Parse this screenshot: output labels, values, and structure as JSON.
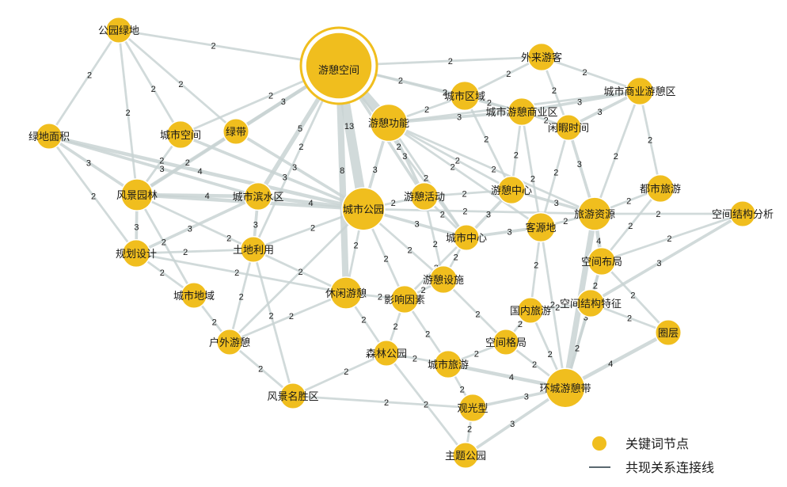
{
  "colors": {
    "node_fill": "#f0be1e",
    "node_stroke": "#ffffff",
    "hub_ring": "#f0be1e",
    "edge": "#c9d4d4",
    "text": "#1a1a1a"
  },
  "nodes": [
    {
      "id": "youqi_kongjian",
      "label": "游憩空间",
      "weight": 40
    },
    {
      "id": "gongyuan_lvdi",
      "label": "公园绿地",
      "weight": 3
    },
    {
      "id": "lvdi_mianji",
      "label": "绿地面积",
      "weight": 3
    },
    {
      "id": "chengshi_kongjian",
      "label": "城市空间",
      "weight": 4
    },
    {
      "id": "lvdai",
      "label": "绿带",
      "weight": 3
    },
    {
      "id": "youqi_gongneng",
      "label": "游憩功能",
      "weight": 12
    },
    {
      "id": "chengshi_quyu",
      "label": "城市区域",
      "weight": 5
    },
    {
      "id": "chengshi_youqi_shangyequ",
      "label": "城市游憩商业区",
      "weight": 4
    },
    {
      "id": "wailai_youke",
      "label": "外来游客",
      "weight": 4
    },
    {
      "id": "chengshi_shangye_youqiqu",
      "label": "城市商业游憩区",
      "weight": 4
    },
    {
      "id": "xianxia_shijian",
      "label": "闲暇时间",
      "weight": 3
    },
    {
      "id": "fengjing_yuanlin",
      "label": "风景园林",
      "weight": 7
    },
    {
      "id": "chengshi_binshuiqu",
      "label": "城市滨水区",
      "weight": 4
    },
    {
      "id": "chengshi_gongyuan",
      "label": "城市公园",
      "weight": 18
    },
    {
      "id": "youqi_huodong",
      "label": "游憩活动",
      "weight": 4
    },
    {
      "id": "youqi_zhongxin",
      "label": "游憩中心",
      "weight": 4
    },
    {
      "id": "dushi_lvyou",
      "label": "都市旅游",
      "weight": 4
    },
    {
      "id": "lvyou_ziyuan",
      "label": "旅游资源",
      "weight": 8
    },
    {
      "id": "kongjian_jiegou_fenxi",
      "label": "空间结构分析",
      "weight": 3
    },
    {
      "id": "kehuan_di",
      "label": "客源地",
      "weight": 5
    },
    {
      "id": "chengshi_zhongxin",
      "label": "城市中心",
      "weight": 3
    },
    {
      "id": "guihua_sheji",
      "label": "规划设计",
      "weight": 4
    },
    {
      "id": "tudi_liyong",
      "label": "土地利用",
      "weight": 3
    },
    {
      "id": "kongjian_buju",
      "label": "空间布局",
      "weight": 4
    },
    {
      "id": "youqi_sheshi",
      "label": "游憩设施",
      "weight": 4
    },
    {
      "id": "chengshi_diyu",
      "label": "城市地域",
      "weight": 3
    },
    {
      "id": "xiuxian_youqi",
      "label": "休闲游憩",
      "weight": 7
    },
    {
      "id": "yingxiang_yinsu",
      "label": "影响因素",
      "weight": 4
    },
    {
      "id": "guonei_lvyou",
      "label": "国内旅游",
      "weight": 3
    },
    {
      "id": "kongjian_jiegou_tezheng",
      "label": "空间结构特征",
      "weight": 4
    },
    {
      "id": "quanceng",
      "label": "圈层",
      "weight": 3
    },
    {
      "id": "huwai_youqi",
      "label": "户外游憩",
      "weight": 3
    },
    {
      "id": "senlin_gongyuan",
      "label": "森林公园",
      "weight": 3
    },
    {
      "id": "kongjian_geju",
      "label": "空间格局",
      "weight": 3
    },
    {
      "id": "chengshi_lvyou",
      "label": "城市旅游",
      "weight": 4
    },
    {
      "id": "huancheng_youqidai",
      "label": "环城游憩带",
      "weight": 14
    },
    {
      "id": "fengjing_mingshengqu",
      "label": "风景名胜区",
      "weight": 3
    },
    {
      "id": "guanguang_xing",
      "label": "观光型",
      "weight": 4
    },
    {
      "id": "zhuti_gongyuan",
      "label": "主题公园",
      "weight": 3
    }
  ],
  "edges": [
    {
      "source": "youqi_kongjian",
      "target": "chengshi_gongyuan",
      "weight": 13
    },
    {
      "source": "youqi_kongjian",
      "target": "youqi_gongneng",
      "weight": 13
    },
    {
      "source": "youqi_kongjian",
      "target": "chengshi_binshuiqu",
      "weight": 5
    },
    {
      "source": "youqi_kongjian",
      "target": "fengjing_yuanlin",
      "weight": 4
    },
    {
      "source": "youqi_kongjian",
      "target": "lvdai",
      "weight": 3
    },
    {
      "source": "youqi_kongjian",
      "target": "gongyuan_lvdi",
      "weight": 2
    },
    {
      "source": "youqi_kongjian",
      "target": "chengshi_kongjian",
      "weight": 2
    },
    {
      "source": "youqi_kongjian",
      "target": "xiuxian_youqi",
      "weight": 8
    },
    {
      "source": "youqi_kongjian",
      "target": "chengshi_quyu",
      "weight": 2
    },
    {
      "source": "youqi_kongjian",
      "target": "youqi_huodong",
      "weight": 3
    },
    {
      "source": "youqi_kongjian",
      "target": "wailai_youke",
      "weight": 2
    },
    {
      "source": "youqi_kongjian",
      "target": "chengshi_youqi_shangyequ",
      "weight": 2
    },
    {
      "source": "youqi_kongjian",
      "target": "tudi_liyong",
      "weight": 2
    },
    {
      "source": "youqi_kongjian",
      "target": "chengshi_zhongxin",
      "weight": 2
    },
    {
      "source": "gongyuan_lvdi",
      "target": "fengjing_yuanlin",
      "weight": 2
    },
    {
      "source": "gongyuan_lvdi",
      "target": "lvdai",
      "weight": 2
    },
    {
      "source": "gongyuan_lvdi",
      "target": "chengshi_kongjian",
      "weight": 2
    },
    {
      "source": "gongyuan_lvdi",
      "target": "lvdi_mianji",
      "weight": 2
    },
    {
      "source": "lvdi_mianji",
      "target": "fengjing_yuanlin",
      "weight": 3
    },
    {
      "source": "lvdi_mianji",
      "target": "chengshi_gongyuan",
      "weight": 4
    },
    {
      "source": "lvdi_mianji",
      "target": "guihua_sheji",
      "weight": 2
    },
    {
      "source": "lvdi_mianji",
      "target": "chengshi_binshuiqu",
      "weight": 3
    },
    {
      "source": "chengshi_kongjian",
      "target": "chengshi_gongyuan",
      "weight": 3
    },
    {
      "source": "chengshi_kongjian",
      "target": "fengjing_yuanlin",
      "weight": 2
    },
    {
      "source": "lvdai",
      "target": "chengshi_gongyuan",
      "weight": 3
    },
    {
      "source": "lvdai",
      "target": "fengjing_yuanlin",
      "weight": 2
    },
    {
      "source": "fengjing_yuanlin",
      "target": "chengshi_gongyuan",
      "weight": 4
    },
    {
      "source": "fengjing_yuanlin",
      "target": "guihua_sheji",
      "weight": 3
    },
    {
      "source": "fengjing_yuanlin",
      "target": "chengshi_binshuiqu",
      "weight": 4
    },
    {
      "source": "fengjing_yuanlin",
      "target": "xiuxian_youqi",
      "weight": 2
    },
    {
      "source": "fengjing_yuanlin",
      "target": "chengshi_diyu",
      "weight": 2
    },
    {
      "source": "chengshi_binshuiqu",
      "target": "chengshi_gongyuan",
      "weight": 4
    },
    {
      "source": "chengshi_binshuiqu",
      "target": "tudi_liyong",
      "weight": 3
    },
    {
      "source": "chengshi_binshuiqu",
      "target": "guihua_sheji",
      "weight": 3
    },
    {
      "source": "guihua_sheji",
      "target": "tudi_liyong",
      "weight": 2
    },
    {
      "source": "guihua_sheji",
      "target": "chengshi_diyu",
      "weight": 2
    },
    {
      "source": "guihua_sheji",
      "target": "xiuxian_youqi",
      "weight": 2
    },
    {
      "source": "tudi_liyong",
      "target": "huwai_youqi",
      "weight": 2
    },
    {
      "source": "tudi_liyong",
      "target": "chengshi_gongyuan",
      "weight": 2
    },
    {
      "source": "chengshi_diyu",
      "target": "huwai_youqi",
      "weight": 2
    },
    {
      "source": "chengshi_gongyuan",
      "target": "xiuxian_youqi",
      "weight": 2
    },
    {
      "source": "chengshi_gongyuan",
      "target": "youqi_gongneng",
      "weight": 3
    },
    {
      "source": "chengshi_gongyuan",
      "target": "youqi_huodong",
      "weight": 2
    },
    {
      "source": "chengshi_gongyuan",
      "target": "chengshi_zhongxin",
      "weight": 3
    },
    {
      "source": "chengshi_gongyuan",
      "target": "yingxiang_yinsu",
      "weight": 2
    },
    {
      "source": "chengshi_gongyuan",
      "target": "youqi_sheshi",
      "weight": 2
    },
    {
      "source": "chengshi_gongyuan",
      "target": "lvyou_ziyuan",
      "weight": 2
    },
    {
      "source": "chengshi_gongyuan",
      "target": "huwai_youqi",
      "weight": 2
    },
    {
      "source": "youqi_gongneng",
      "target": "chengshi_quyu",
      "weight": 2
    },
    {
      "source": "youqi_gongneng",
      "target": "chengshi_youqi_shangyequ",
      "weight": 3
    },
    {
      "source": "youqi_gongneng",
      "target": "youqi_zhongxin",
      "weight": 2
    },
    {
      "source": "youqi_gongneng",
      "target": "kehuan_di",
      "weight": 2
    },
    {
      "source": "youqi_gongneng",
      "target": "youqi_huodong",
      "weight": 3
    },
    {
      "source": "youqi_gongneng",
      "target": "chengshi_zhongxin",
      "weight": 2
    },
    {
      "source": "youqi_gongneng",
      "target": "lvyou_ziyuan",
      "weight": 2
    },
    {
      "source": "youqi_gongneng",
      "target": "chengshi_shangye_youqiqu",
      "weight": 2
    },
    {
      "source": "chengshi_quyu",
      "target": "wailai_youke",
      "weight": 2
    },
    {
      "source": "chengshi_quyu",
      "target": "chengshi_youqi_shangyequ",
      "weight": 2
    },
    {
      "source": "chengshi_quyu",
      "target": "youqi_zhongxin",
      "weight": 2
    },
    {
      "source": "chengshi_youqi_shangyequ",
      "target": "chengshi_shangye_youqiqu",
      "weight": 3
    },
    {
      "source": "chengshi_youqi_shangyequ",
      "target": "xianxia_shijian",
      "weight": 2
    },
    {
      "source": "chengshi_youqi_shangyequ",
      "target": "youqi_zhongxin",
      "weight": 2
    },
    {
      "source": "chengshi_youqi_shangyequ",
      "target": "kehuan_di",
      "weight": 2
    },
    {
      "source": "wailai_youke",
      "target": "chengshi_shangye_youqiqu",
      "weight": 2
    },
    {
      "source": "wailai_youke",
      "target": "xianxia_shijian",
      "weight": 2
    },
    {
      "source": "chengshi_shangye_youqiqu",
      "target": "dushi_lvyou",
      "weight": 2
    },
    {
      "source": "chengshi_shangye_youqiqu",
      "target": "lvyou_ziyuan",
      "weight": 2
    },
    {
      "source": "chengshi_shangye_youqiqu",
      "target": "xianxia_shijian",
      "weight": 3
    },
    {
      "source": "xianxia_shijian",
      "target": "lvyou_ziyuan",
      "weight": 3
    },
    {
      "source": "xianxia_shijian",
      "target": "kehuan_di",
      "weight": 2
    },
    {
      "source": "dushi_lvyou",
      "target": "lvyou_ziyuan",
      "weight": 2
    },
    {
      "source": "dushi_lvyou",
      "target": "kongjian_buju",
      "weight": 2
    },
    {
      "source": "lvyou_ziyuan",
      "target": "kehuan_di",
      "weight": 2
    },
    {
      "source": "lvyou_ziyuan",
      "target": "kongjian_buju",
      "weight": 4
    },
    {
      "source": "lvyou_ziyuan",
      "target": "kongjian_jiegou_fenxi",
      "weight": 2
    },
    {
      "source": "lvyou_ziyuan",
      "target": "youqi_zhongxin",
      "weight": 3
    },
    {
      "source": "lvyou_ziyuan",
      "target": "huancheng_youqidai",
      "weight": 7
    },
    {
      "source": "kongjian_jiegou_fenxi",
      "target": "kongjian_buju",
      "weight": 2
    },
    {
      "source": "kongjian_jiegou_fenxi",
      "target": "kongjian_jiegou_tezheng",
      "weight": 3
    },
    {
      "source": "kongjian_buju",
      "target": "kongjian_jiegou_tezheng",
      "weight": 2
    },
    {
      "source": "kongjian_buju",
      "target": "huancheng_youqidai",
      "weight": 3
    },
    {
      "source": "kongjian_buju",
      "target": "quanceng",
      "weight": 2
    },
    {
      "source": "kongjian_jiegou_tezheng",
      "target": "quanceng",
      "weight": 2
    },
    {
      "source": "kongjian_jiegou_tezheng",
      "target": "huancheng_youqidai",
      "weight": 2
    },
    {
      "source": "quanceng",
      "target": "huancheng_youqidai",
      "weight": 4
    },
    {
      "source": "kehuan_di",
      "target": "chengshi_zhongxin",
      "weight": 3
    },
    {
      "source": "kehuan_di",
      "target": "guonei_lvyou",
      "weight": 2
    },
    {
      "source": "kehuan_di",
      "target": "huancheng_youqidai",
      "weight": 2
    },
    {
      "source": "youqi_zhongxin",
      "target": "chengshi_zhongxin",
      "weight": 3
    },
    {
      "source": "youqi_zhongxin",
      "target": "youqi_huodong",
      "weight": 2
    },
    {
      "source": "youqi_huodong",
      "target": "youqi_sheshi",
      "weight": 2
    },
    {
      "source": "youqi_huodong",
      "target": "chengshi_zhongxin",
      "weight": 2
    },
    {
      "source": "chengshi_zhongxin",
      "target": "youqi_sheshi",
      "weight": 2
    },
    {
      "source": "chengshi_zhongxin",
      "target": "yingxiang_yinsu",
      "weight": 2
    },
    {
      "source": "youqi_sheshi",
      "target": "yingxiang_yinsu",
      "weight": 2
    },
    {
      "source": "youqi_sheshi",
      "target": "kongjian_geju",
      "weight": 2
    },
    {
      "source": "xiuxian_youqi",
      "target": "yingxiang_yinsu",
      "weight": 2
    },
    {
      "source": "xiuxian_youqi",
      "target": "senlin_gongyuan",
      "weight": 2
    },
    {
      "source": "xiuxian_youqi",
      "target": "huwai_youqi",
      "weight": 2
    },
    {
      "source": "yingxiang_yinsu",
      "target": "senlin_gongyuan",
      "weight": 2
    },
    {
      "source": "yingxiang_yinsu",
      "target": "chengshi_lvyou",
      "weight": 2
    },
    {
      "source": "guonei_lvyou",
      "target": "huancheng_youqidai",
      "weight": 2
    },
    {
      "source": "guonei_lvyou",
      "target": "kongjian_geju",
      "weight": 2
    },
    {
      "source": "guonei_lvyou",
      "target": "kongjian_jiegou_tezheng",
      "weight": 2
    },
    {
      "source": "kongjian_geju",
      "target": "huancheng_youqidai",
      "weight": 2
    },
    {
      "source": "kongjian_geju",
      "target": "chengshi_lvyou",
      "weight": 2
    },
    {
      "source": "chengshi_lvyou",
      "target": "huancheng_youqidai",
      "weight": 4
    },
    {
      "source": "chengshi_lvyou",
      "target": "guanguang_xing",
      "weight": 2
    },
    {
      "source": "senlin_gongyuan",
      "target": "fengjing_mingshengqu",
      "weight": 2
    },
    {
      "source": "senlin_gongyuan",
      "target": "chengshi_lvyou",
      "weight": 2
    },
    {
      "source": "huwai_youqi",
      "target": "fengjing_mingshengqu",
      "weight": 2
    },
    {
      "source": "fengjing_mingshengqu",
      "target": "guanguang_xing",
      "weight": 2
    },
    {
      "source": "fengjing_mingshengqu",
      "target": "tudi_liyong",
      "weight": 2
    },
    {
      "source": "guanguang_xing",
      "target": "huancheng_youqidai",
      "weight": 3
    },
    {
      "source": "guanguang_xing",
      "target": "zhuti_gongyuan",
      "weight": 2
    },
    {
      "source": "zhuti_gongyuan",
      "target": "huancheng_youqidai",
      "weight": 3
    },
    {
      "source": "zhuti_gongyuan",
      "target": "senlin_gongyuan",
      "weight": 2
    }
  ],
  "legend": {
    "node_label": "关键词节点",
    "edge_label": "共现关系连接线"
  }
}
